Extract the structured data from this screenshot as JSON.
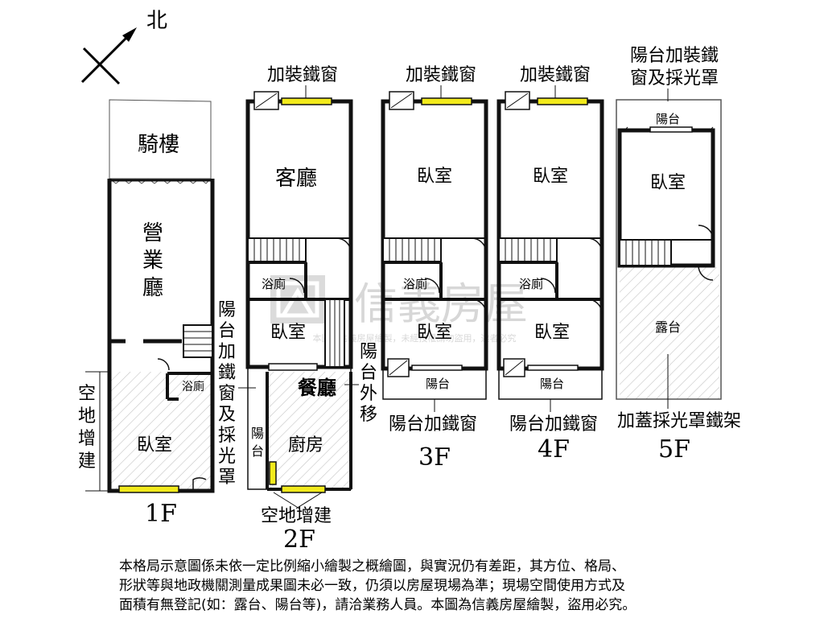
{
  "compass": {
    "north": "北"
  },
  "floors": {
    "f1": {
      "label": "1F",
      "arcade": "騎樓",
      "business_hall": [
        "營",
        "業",
        "廳"
      ],
      "bath": "浴廁",
      "bedroom": "臥室",
      "vacant_extension": [
        "空",
        "地",
        "增",
        "建"
      ],
      "balcony_note": [
        "陽",
        "台",
        "加",
        "鐵",
        "窗",
        "及",
        "採",
        "光",
        "罩"
      ]
    },
    "f2": {
      "label": "2F",
      "iron_window": "加裝鐵窗",
      "living_room": "客廳",
      "bath": "浴廁",
      "bedroom": "臥室",
      "dining_room": "餐廳",
      "kitchen": "廚房",
      "balcony": [
        "陽",
        "台"
      ],
      "vacant_extension": "空地增建",
      "balcony_moved_out": [
        "陽",
        "台",
        "外",
        "移"
      ]
    },
    "f3": {
      "label": "3F",
      "iron_window": "加裝鐵窗",
      "bedroom_front": "臥室",
      "bath": "浴廁",
      "bedroom_back": "臥室",
      "balcony": "陽台",
      "balcony_iron_window": "陽台加鐵窗"
    },
    "f4": {
      "label": "4F",
      "iron_window": "加裝鐵窗",
      "bedroom_front": "臥室",
      "bath": "浴廁",
      "bedroom_back": "臥室",
      "balcony": "陽台",
      "balcony_iron_window": "陽台加鐵窗"
    },
    "f5": {
      "label": "5F",
      "top_note": [
        "陽台加裝鐵",
        "窗及採光罩"
      ],
      "balcony": "陽台",
      "bedroom": "臥室",
      "terrace": "露台",
      "skylight_frame": "加蓋採光罩鐵架"
    }
  },
  "watermark": {
    "brand": "信義房屋",
    "small": "本圖為信義房屋繪製，未經授權請勿盜用，違者必究"
  },
  "disclaimer": [
    "本格局示意圖係未依一定比例縮小繪製之概繪圖，與實況仍有差距，其方位、格局、",
    "形狀等與地政機關測量成果圖未必一致，仍須以房屋現場為準；現場空間使用方式及",
    "面積有無登記(如：露台、陽台等)，請洽業務人員。本圖為信義房屋繪製，盜用必究。"
  ],
  "colors": {
    "window_yellow": "#f2ea1c",
    "wall": "#111111",
    "hatch": "#bdbdbd"
  }
}
